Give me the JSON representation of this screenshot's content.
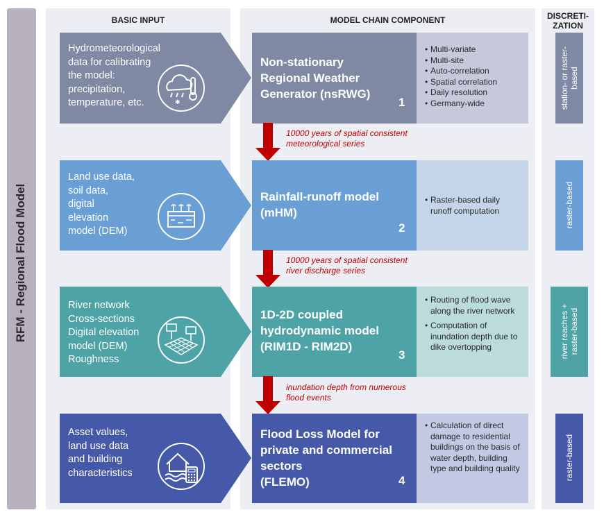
{
  "side_title": "RFM - Regional Flood Model",
  "headers": {
    "basic_input": "BASIC  INPUT",
    "model_chain": "MODEL CHAIN COMPONENT",
    "discretization_l1": "DISCRETI-",
    "discretization_l2": "ZATION"
  },
  "rows": [
    {
      "input_lines": [
        "Hydrometeorological",
        "data for calibrating",
        "the model:",
        "precipitation,",
        "temperature, etc."
      ],
      "input_icon": "weather-thermometer-icon",
      "component_lines": [
        "Non-stationary",
        "Regional Weather",
        "Generator (nsRWG)"
      ],
      "number": "1",
      "bullets": [
        "Multi-variate",
        "Multi-site",
        "Auto-correlation",
        "Spatial correlation",
        "Daily resolution",
        "Germany-wide"
      ],
      "discretization_lines": [
        "station- or raster-",
        "based"
      ]
    },
    {
      "input_lines": [
        "Land use data,",
        "soil data,",
        "digital",
        "elevation",
        "model (DEM)"
      ],
      "input_icon": "land-soil-icon",
      "component_lines": [
        "Rainfall-runoff model",
        "(mHM)"
      ],
      "number": "2",
      "bullets": [
        "Raster-based daily runoff computation"
      ],
      "discretization_lines": [
        "raster-based"
      ]
    },
    {
      "input_lines": [
        "River network",
        "Cross-sections",
        "Digital elevation",
        "model (DEM)",
        "Roughness"
      ],
      "input_icon": "terrain-grid-icon",
      "component_lines": [
        "1D-2D coupled",
        "hydrodynamic model",
        "(RIM1D - RIM2D)"
      ],
      "number": "3",
      "bullets": [
        "Routing of flood wave along the river network",
        "Computation of inundation depth due to dike overtopping"
      ],
      "discretization_lines": [
        "river reaches +",
        "raster-based"
      ]
    },
    {
      "input_lines": [
        "Asset values,",
        "land use data",
        "and building",
        "characteristics"
      ],
      "input_icon": "house-flood-calculator-icon",
      "component_lines": [
        "Flood Loss Model for",
        "private and commercial",
        "sectors",
        "(FLEMO)"
      ],
      "number": "4",
      "bullets": [
        "Calculation of direct damage to residential buildings on the basis of water depth, building type and building quality"
      ],
      "discretization_lines": [
        "raster-based"
      ]
    }
  ],
  "flows": [
    [
      "10000 years of spatial consistent",
      "meteorological series"
    ],
    [
      "10000 years of spatial consistent",
      "river discharge series"
    ],
    [
      "inundation depth from numerous",
      "flood events"
    ]
  ],
  "colors": {
    "row1_dark": "#7f89a3",
    "row1_light": "#c5c9db",
    "row2_dark": "#6a9fd5",
    "row2_light": "#c4d4e9",
    "row3_dark": "#4ea3a7",
    "row3_light": "#bcdcdc",
    "row4_dark": "#4658a8",
    "row4_light": "#c3c9e3",
    "arrow": "#c00000"
  }
}
